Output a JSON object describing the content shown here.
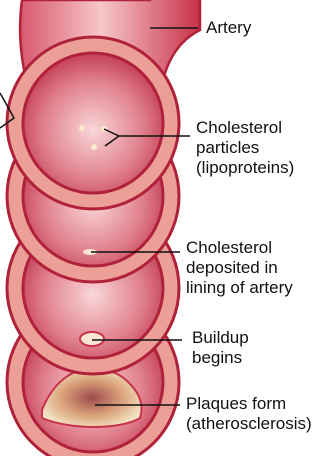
{
  "labels": {
    "artery": "Artery",
    "cholesterol_particles": [
      "Cholesterol",
      "particles",
      "(lipoproteins)"
    ],
    "cholesterol_deposited": [
      "Cholesterol",
      "deposited in",
      "lining of artery"
    ],
    "buildup_begins": [
      "Buildup",
      "begins"
    ],
    "plaques_form": [
      "Plaques form",
      "(atherosclerosis)"
    ]
  },
  "colors": {
    "artery_wall": "#eb9f97",
    "artery_outline": "#b0213a",
    "lumen": "#c62943",
    "background": "#ffffff",
    "leader_line": "#111111",
    "plaque": "#f4e0b8"
  }
}
